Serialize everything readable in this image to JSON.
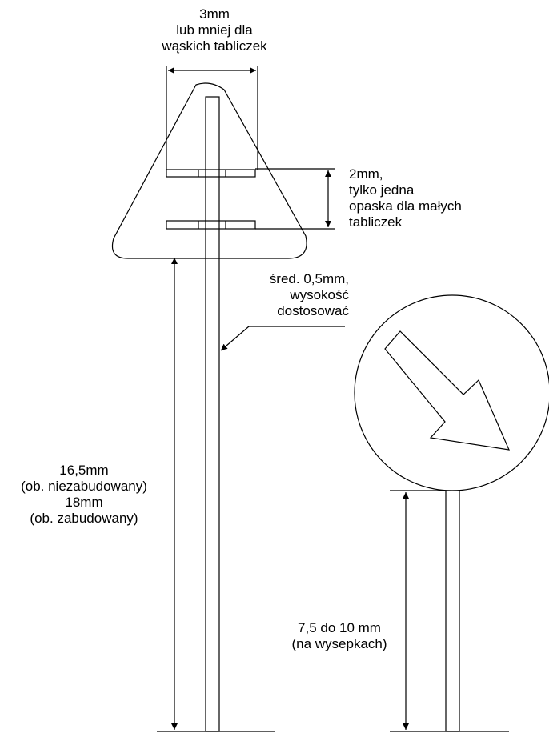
{
  "colors": {
    "ink": "#000000",
    "background": "#ffffff"
  },
  "icons": {
    "arrow": "diagonal-arrow-icon"
  },
  "labels": {
    "band_width": [
      "3mm",
      "lub mniej dla",
      "wąskich tabliczek"
    ],
    "band_spacing": [
      "2mm,",
      "tylko jedna",
      "opaska dla małych",
      "tabliczek"
    ],
    "wire": [
      "śred. 0,5mm,",
      "wysokość",
      "dostosować"
    ],
    "pole_height": [
      "16,5mm",
      "(ob. niezabudowany)",
      "18mm",
      "(ob. zabudowany)"
    ],
    "island_height": [
      "7,5 do 10 mm",
      "(na wysepkach)"
    ]
  }
}
